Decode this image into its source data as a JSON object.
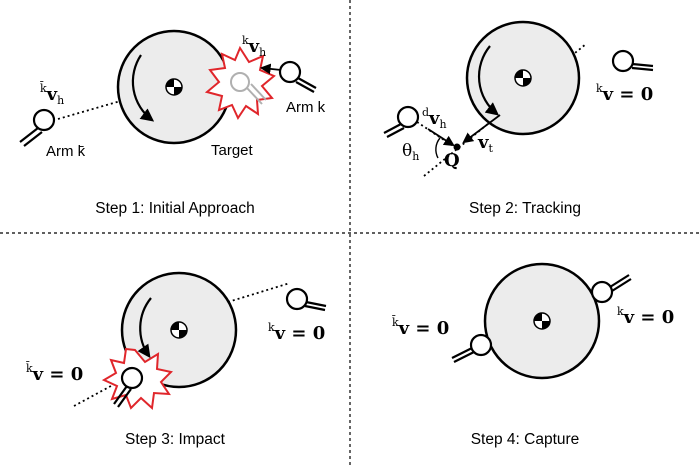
{
  "colors": {
    "target_fill": "#ececec",
    "impact": "#e0262b",
    "stroke": "#000000"
  },
  "step1": {
    "caption": "Step 1: Initial Approach",
    "arm_kbar_label": "Arm k̄",
    "arm_k_label": "Arm k",
    "target_label": "Target",
    "vel_left": {
      "sup": "k̄",
      "body": "v",
      "sub": "h"
    },
    "vel_right": {
      "sup": "k",
      "body": "v",
      "sub": "h"
    }
  },
  "step2": {
    "caption": "Step 2: Tracking",
    "vel_d": {
      "sup": "d",
      "body": "v",
      "sub": "h"
    },
    "vel_t": {
      "body": "v",
      "sub": "t"
    },
    "theta": {
      "body": "θ",
      "sub": "h"
    },
    "point_q": "Q",
    "right_eq": {
      "sup": "k",
      "eq": "v = 0"
    }
  },
  "step3": {
    "caption": "Step 3: Impact",
    "left_eq": {
      "sup": "k̄",
      "eq": "v = 0"
    },
    "right_eq": {
      "sup": "k",
      "eq": "v = 0"
    }
  },
  "step4": {
    "caption": "Step 4: Capture",
    "left_eq": {
      "sup": "k̄",
      "eq": "v = 0"
    },
    "right_eq": {
      "sup": "k",
      "eq": "v = 0"
    }
  }
}
